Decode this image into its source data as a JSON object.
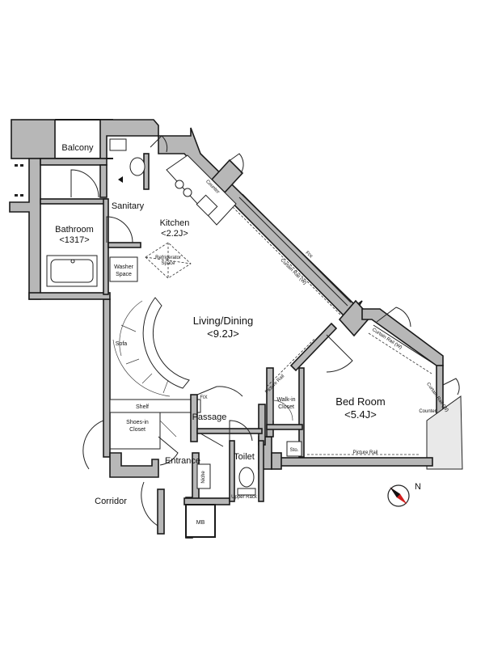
{
  "rooms": {
    "balcony": "Balcony",
    "sanitary": "Sanitary",
    "bathroom": "Bathroom",
    "bathroom_size": "<1317>",
    "washer_space": [
      "Washer",
      "Space"
    ],
    "kitchen": "Kitchen",
    "kitchen_size": "<2.2J>",
    "refrigerator_space": [
      "Refrigerator",
      "Space"
    ],
    "living_dining": "Living/Dining",
    "living_dining_size": "<9.2J>",
    "sofa": "Sofa",
    "shelf": "Shelf",
    "shoes_in_closet": [
      "Shoes-in",
      "Closet"
    ],
    "entrance": "Entrance",
    "passage": "Passage",
    "niche": "Niche",
    "toilet": "Toilet",
    "upper_rack": "Upper Rack",
    "walk_in_closet": [
      "Walk-in",
      "Closet"
    ],
    "sto": "Sto.",
    "bed_room": "Bed Room",
    "bed_room_size": "<5.4J>",
    "corridor": "Corridor",
    "mb": "MB"
  },
  "annotations": {
    "counter_kitchen": "Counter",
    "counter_bedroom": "Counter",
    "fix_window": "FIX",
    "fix_passage": "FIX",
    "curtain_rail_living": "Curtain Rail (W)",
    "curtain_rail_bedroom": "Curtain Rail (W)",
    "curtain_rail_side": "Curtain Rail (W)",
    "picture_rail_living": "Picture Rail",
    "picture_rail_bedroom": "Picture Rail"
  },
  "compass": {
    "label": "N"
  }
}
